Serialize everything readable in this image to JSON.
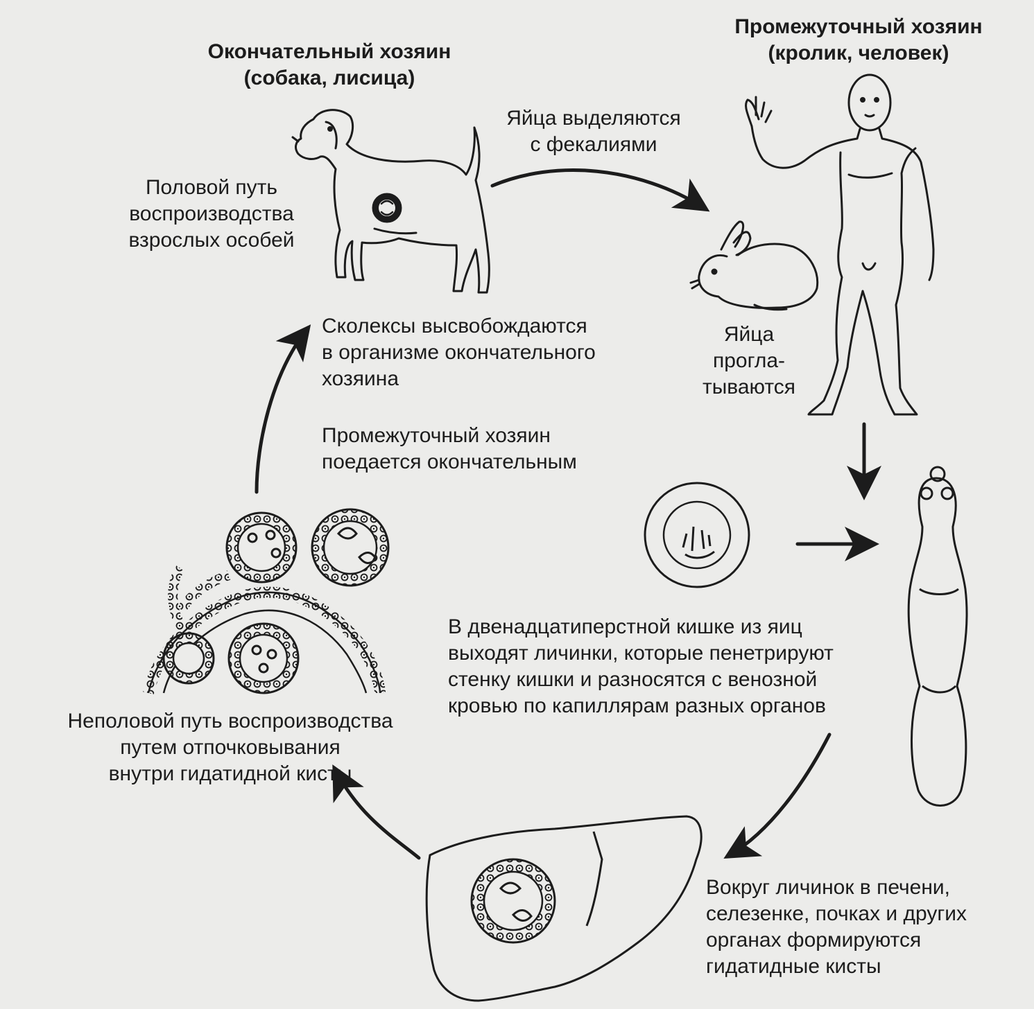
{
  "labels": {
    "definitive_host": [
      "Окончательный хозяин",
      "(собака, лисица)"
    ],
    "intermediate_host": [
      "Промежуточный хозяин",
      "(кролик, человек)"
    ],
    "eggs_excreted": [
      "Яйца выделяются",
      "с фекалиями"
    ],
    "sexual_reproduction": [
      "Половой путь",
      "воспроизводства",
      "взрослых особей"
    ],
    "scolices_released": [
      "Сколексы высвобождаются",
      "в организме окончательного",
      "хозяина"
    ],
    "eggs_swallowed": [
      "Яйца",
      "прогла-",
      "тываются"
    ],
    "host_eaten": [
      "Промежуточный хозяин",
      "поедается окончательным"
    ],
    "larvae_duodenum": [
      "В двенадцатиперстной кишке  из яиц",
      "выходят личинки, которые пенетрируют",
      "стенку кишки и разносятся с венозной",
      "кровью по капиллярам разных органов"
    ],
    "asexual_reproduction": [
      "Неполовой путь воспроизводства",
      "путем отпочковывания",
      "внутри гидатидной кисты"
    ],
    "hydatid_cysts": [
      "Вокруг личинок в печени,",
      "селезенке, почках и других",
      "органах формируются",
      "гидатидные кисты"
    ]
  },
  "colors": {
    "ink": "#1c1c1c",
    "paper": "#ececea"
  }
}
